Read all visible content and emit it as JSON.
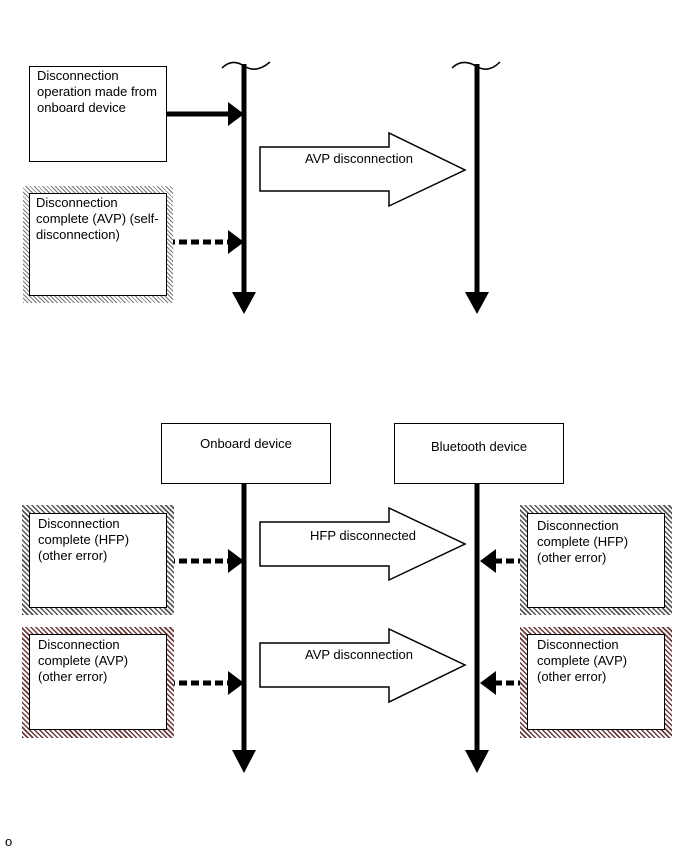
{
  "top": {
    "manual_box": "Disconnection\noperation made from\nonboard device",
    "self_box": "Disconnection\ncomplete (AVP) (self-\ndisconnection)",
    "avp_arrow": "AVP disconnection"
  },
  "bottom": {
    "onboard_label": "Onboard device",
    "bluetooth_label": "Bluetooth device",
    "hfp_arrow": "HFP disconnected",
    "avp_arrow": "AVP disconnection",
    "left_hfp_box": "Disconnection\ncomplete (HFP)\n(other error)",
    "left_avp_box": "Disconnection\ncomplete (AVP)\n(other error)",
    "right_hfp_box": "Disconnection\ncomplete (HFP)\n(other error)",
    "right_avp_box": "Disconnection\ncomplete (AVP)\n(other error)"
  },
  "footer": "o"
}
